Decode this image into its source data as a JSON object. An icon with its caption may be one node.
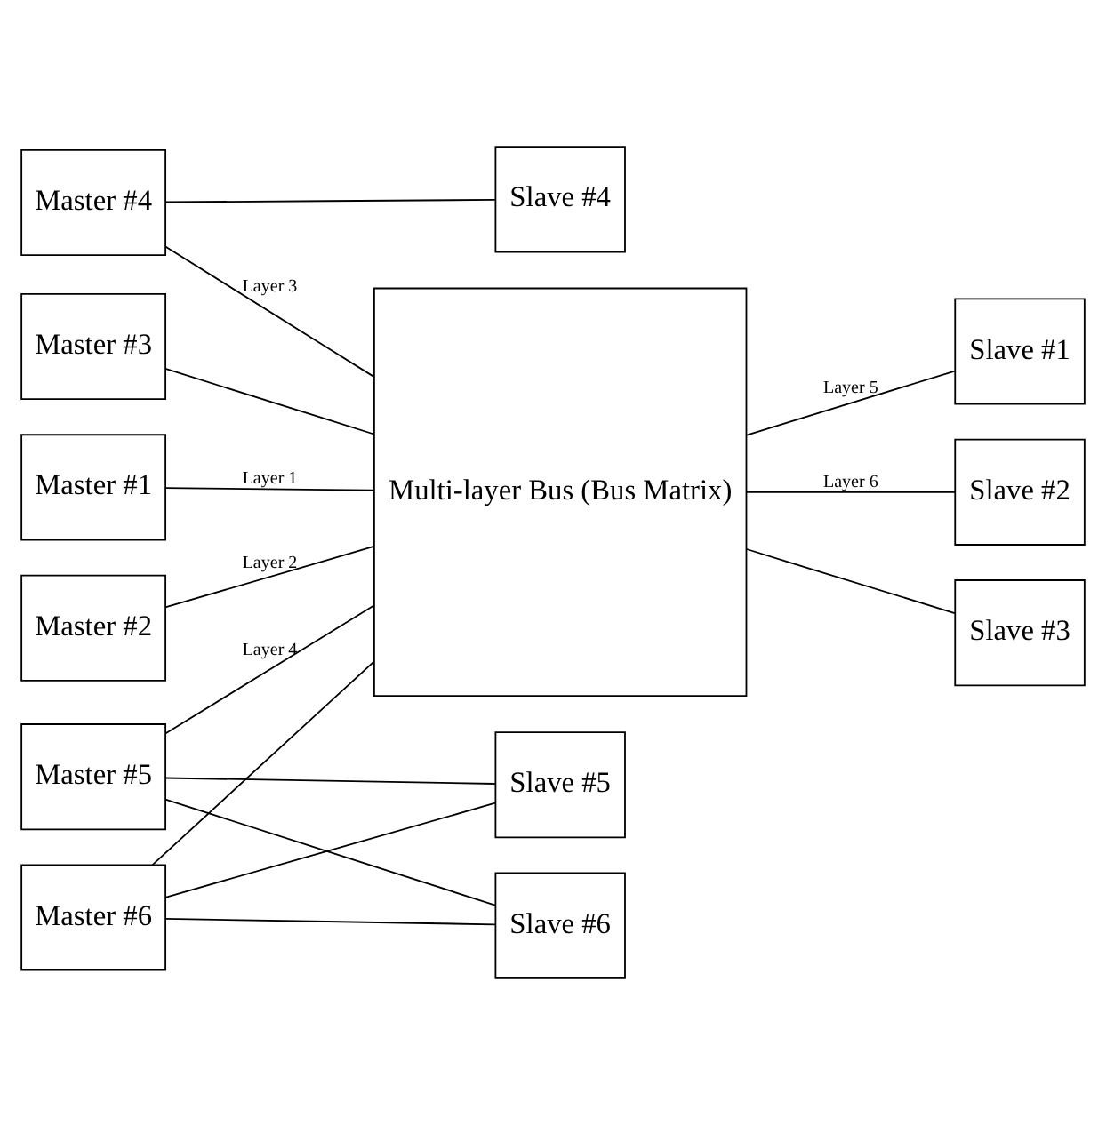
{
  "diagram": {
    "nodes": [
      {
        "text": [
          "Master #1"
        ]
      },
      {
        "text": [
          "Master #2"
        ]
      },
      {
        "text": [
          "Master #3"
        ]
      },
      {
        "text": [
          "Master #4"
        ]
      },
      {
        "text": [
          "Slave #4"
        ]
      },
      {
        "text": [
          "Master #5"
        ]
      },
      {
        "text": [
          "Slave #5"
        ]
      },
      {
        "text": [
          "Master #6"
        ]
      },
      {
        "text": [
          "Slave #6"
        ]
      },
      {
        "text": [
          "Multi-layer Bus (Bus Matrix)"
        ]
      },
      {
        "text": [
          "Slave #1"
        ]
      },
      {
        "text": [
          "Slave #2"
        ]
      },
      {
        "text": [
          "Slave #3"
        ]
      }
    ],
    "edges": [
      {
        "from": 0,
        "to": 9,
        "arrow": "none",
        "label": "Layer 1"
      },
      {
        "from": 1,
        "to": 9,
        "arrow": "none",
        "label": "Layer 2"
      },
      {
        "from": 2,
        "to": 9,
        "arrow": "none"
      },
      {
        "from": 3,
        "to": 9,
        "arrow": "none",
        "label": "Layer 3"
      },
      {
        "from": 3,
        "to": 4,
        "arrow": "none"
      },
      {
        "from": 5,
        "to": 9,
        "arrow": "none",
        "label": "Layer 4"
      },
      {
        "from": 7,
        "to": 9,
        "arrow": "none"
      },
      {
        "from": 5,
        "to": 6,
        "arrow": "none"
      },
      {
        "from": 5,
        "to": 8,
        "arrow": "none"
      },
      {
        "from": 7,
        "to": 6,
        "arrow": "none"
      },
      {
        "from": 7,
        "to": 8,
        "arrow": "none"
      },
      {
        "from": 9,
        "to": 10,
        "arrow": "none",
        "label": "Layer 5"
      },
      {
        "from": 9,
        "to": 11,
        "arrow": "none",
        "label": "Layer 6"
      },
      {
        "from": 9,
        "to": 12,
        "arrow": "none"
      }
    ]
  }
}
